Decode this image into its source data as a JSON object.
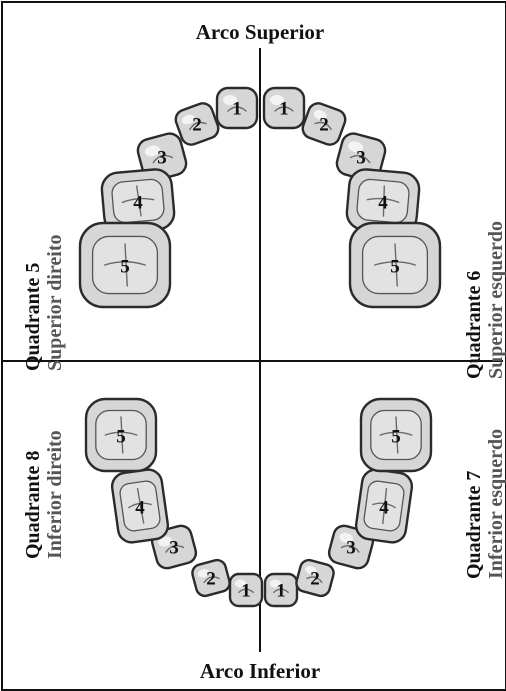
{
  "titles": {
    "top": "Arco Superior",
    "bottom": "Arco Inferior"
  },
  "quadrants": [
    {
      "id": "q5",
      "number_label": "Quadrante 5",
      "position_label": "Superior direito"
    },
    {
      "id": "q6",
      "number_label": "Quadrante 6",
      "position_label": "Superior esquerdo"
    },
    {
      "id": "q8",
      "number_label": "Quadrante 8",
      "position_label": "Inferior direito"
    },
    {
      "id": "q7",
      "number_label": "Quadrante 7",
      "position_label": "Inferior esquerdo"
    }
  ],
  "teeth": {
    "upper_right": [
      "1",
      "2",
      "3",
      "4",
      "5"
    ],
    "upper_left": [
      "1",
      "2",
      "3",
      "4",
      "5"
    ],
    "lower_right": [
      "1",
      "2",
      "3",
      "4",
      "5"
    ],
    "lower_left": [
      "1",
      "2",
      "3",
      "4",
      "5"
    ]
  },
  "colors": {
    "tooth_fill": "#d6d6d6",
    "tooth_outline": "#2b2b2b",
    "divider": "#111111",
    "position_text": "#555555"
  }
}
